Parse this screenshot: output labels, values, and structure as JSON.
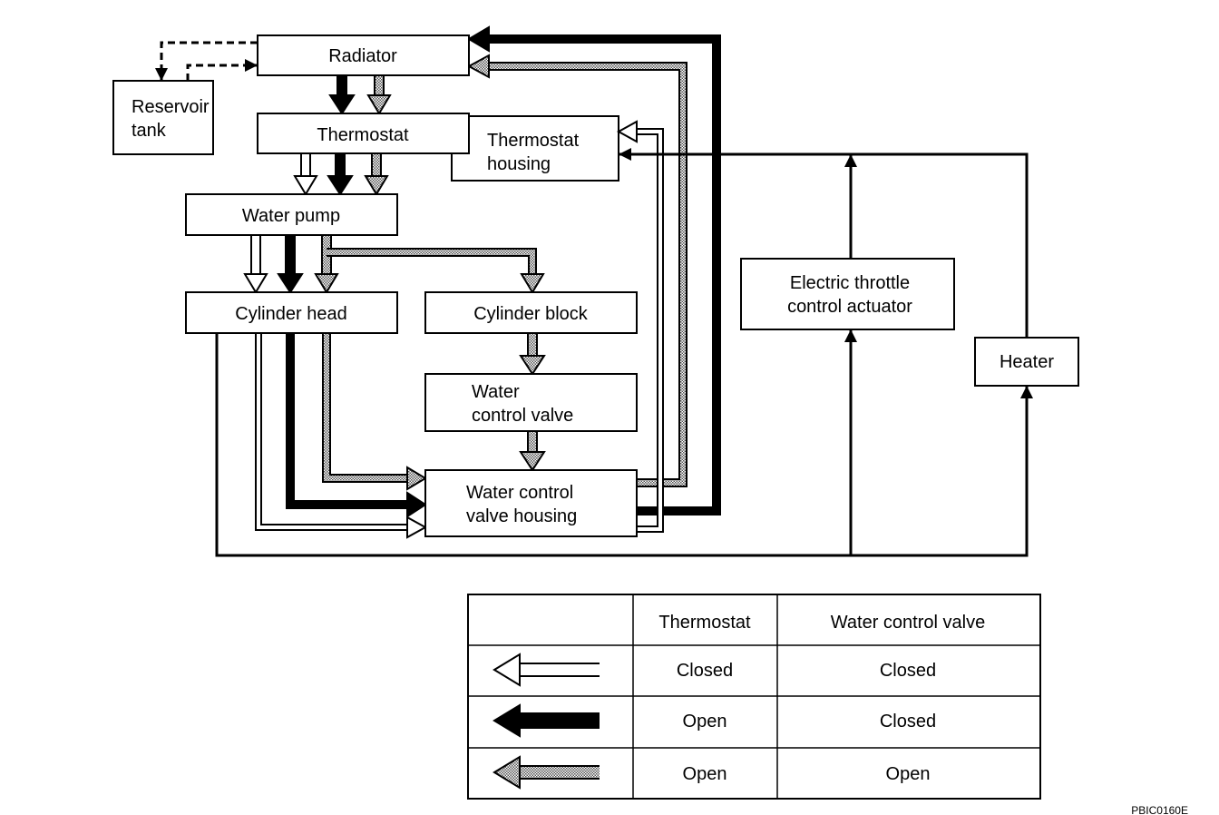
{
  "components": {
    "radiator": "Radiator",
    "reservoir_tank": [
      "Reservoir",
      "tank"
    ],
    "thermostat": "Thermostat",
    "thermostat_housing": [
      "Thermostat",
      "housing"
    ],
    "water_pump": "Water pump",
    "cylinder_head": "Cylinder head",
    "cylinder_block": "Cylinder block",
    "water_control_valve": [
      "Water",
      "control valve"
    ],
    "water_control_valve_housing": [
      "Water control",
      "valve housing"
    ],
    "electric_throttle_control_actuator": [
      "Electric throttle",
      "control actuator"
    ],
    "heater": "Heater"
  },
  "legend": {
    "headers": [
      "",
      "Thermostat",
      "Water control valve"
    ],
    "rows": [
      {
        "arrow": "white-arrow",
        "thermostat": "Closed",
        "water_control_valve": "Closed"
      },
      {
        "arrow": "black-arrow",
        "thermostat": "Open",
        "water_control_valve": "Closed"
      },
      {
        "arrow": "hatched-arrow",
        "thermostat": "Open",
        "water_control_valve": "Open"
      }
    ]
  },
  "figure_code": "PBIC0160E",
  "colors": {
    "line": "#000000",
    "hatch": "#9a9a9a",
    "background": "#ffffff"
  }
}
